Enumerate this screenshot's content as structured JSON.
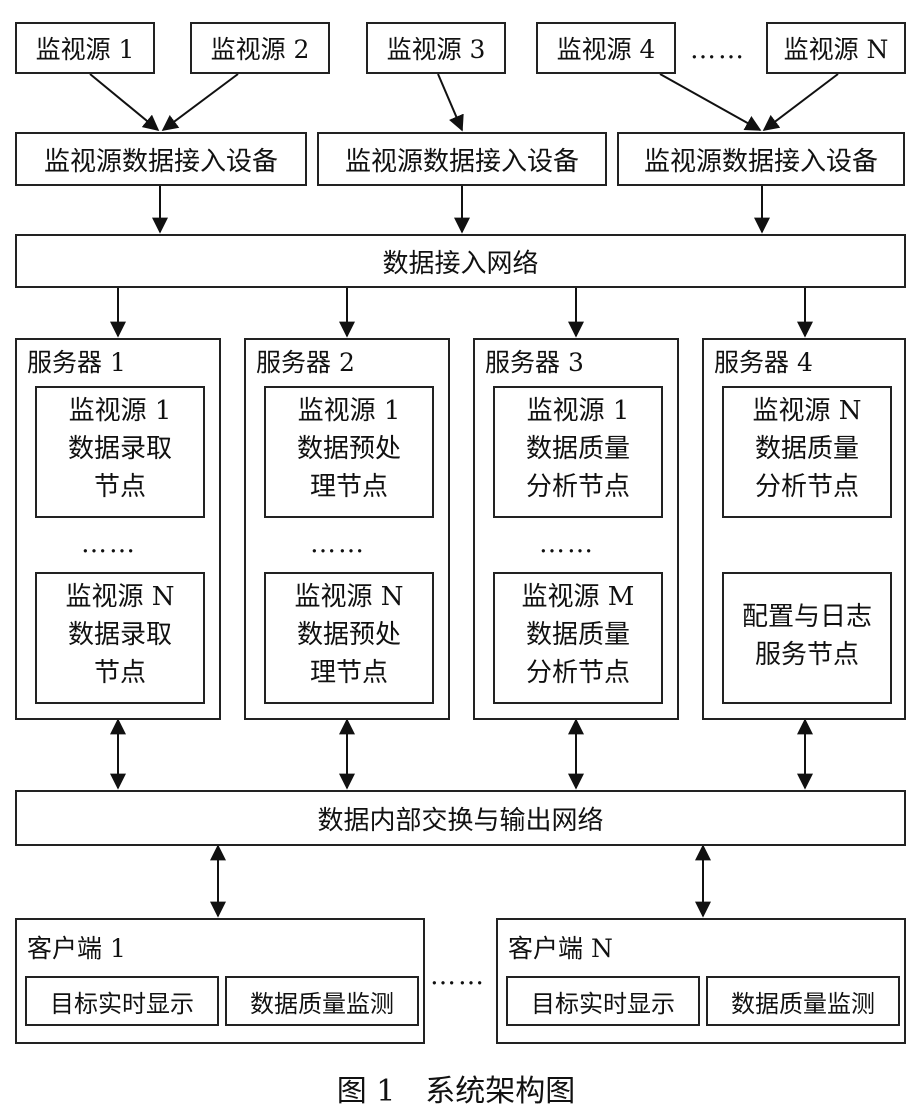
{
  "sources": [
    "监视源 1",
    "监视源 2",
    "监视源 3",
    "监视源 4",
    "……",
    "监视源 N"
  ],
  "access_device": "监视源数据接入设备",
  "access_network": "数据接入网络",
  "servers": [
    {
      "title": "服务器 1",
      "top_node": [
        "监视源 1",
        "数据录取",
        "节点"
      ],
      "ellipsis": "……",
      "bottom_node": [
        "监视源 N",
        "数据录取",
        "节点"
      ]
    },
    {
      "title": "服务器 2",
      "top_node": [
        "监视源 1",
        "数据预处",
        "理节点"
      ],
      "ellipsis": "……",
      "bottom_node": [
        "监视源 N",
        "数据预处",
        "理节点"
      ]
    },
    {
      "title": "服务器 3",
      "top_node": [
        "监视源 1",
        "数据质量",
        "分析节点"
      ],
      "ellipsis": "……",
      "bottom_node": [
        "监视源 M",
        "数据质量",
        "分析节点"
      ]
    },
    {
      "title": "服务器 4",
      "top_node": [
        "监视源 N",
        "数据质量",
        "分析节点"
      ],
      "bottom_node": [
        "配置与日志",
        "服务节点"
      ]
    }
  ],
  "exchange_network": "数据内部交换与输出网络",
  "clients": [
    {
      "title": "客户端 1",
      "modules": [
        "目标实时显示",
        "数据质量监测"
      ]
    },
    {
      "title": "客户端 N",
      "modules": [
        "目标实时显示",
        "数据质量监测"
      ]
    }
  ],
  "client_ellipsis": "……",
  "caption": "图 1　系统架构图"
}
